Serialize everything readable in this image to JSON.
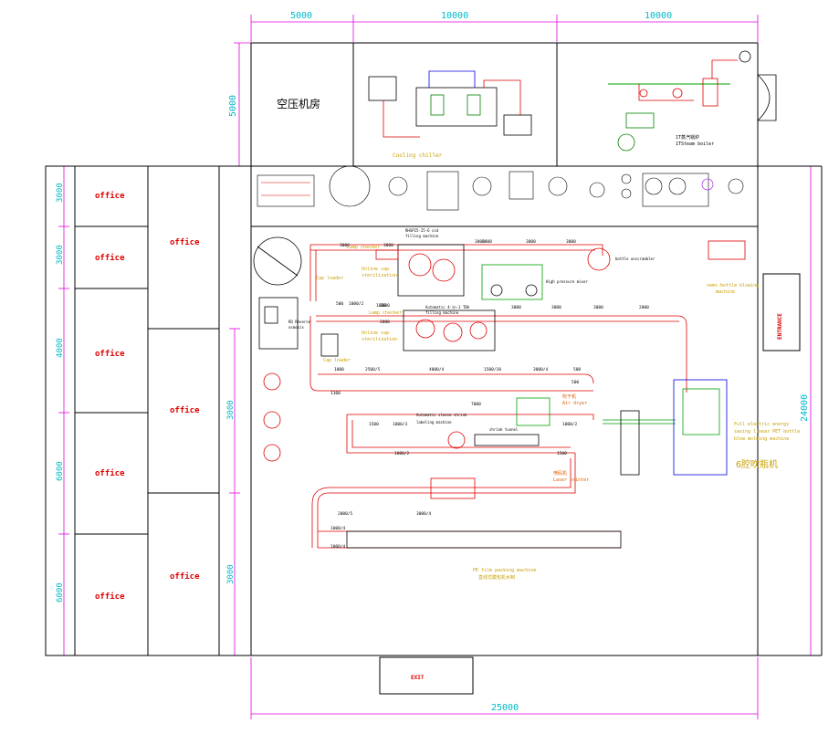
{
  "dimensions": {
    "top": [
      "5000",
      "10000",
      "10000"
    ],
    "bottom": "25000",
    "left_room": "5000",
    "right_height": "24000",
    "office_left": [
      "3000",
      "3000",
      "4000",
      "6000",
      "6000"
    ],
    "office_mid": [
      "3000",
      "3000"
    ]
  },
  "rooms": {
    "compressor_room": "空压机房",
    "cooling_chiller": "Cooling chiller",
    "steam_boiler": [
      "1T蒸汽锅炉",
      "1TSteam boiler"
    ],
    "offices": [
      "office",
      "office",
      "office",
      "office",
      "office",
      "office",
      "office",
      "office"
    ],
    "entrance": "ENTRANCE",
    "exit": "EXIT"
  },
  "machines": {
    "cso_filling": [
      "RHSP25-25-6 csd",
      "filling machine"
    ],
    "bottle_unscrambler": "bottle unscrambler",
    "high_pressure_mixer": "High pressure mixer",
    "semi_blowing": [
      "semi-bottle blowing",
      "machine"
    ],
    "online_cap_sterilization_1": [
      "Online cap",
      "sterilization"
    ],
    "online_cap_sterilization_2": [
      "Online cap",
      "sterilization"
    ],
    "cap_loader_1": "Cap loader",
    "cap_loader_2": "Cap loader",
    "lamp_checker_1": "Lamp checker",
    "lamp_checker_2": "Lamp checker",
    "four_in_one": [
      "Automatic 4-in-1 TBA",
      "filling machine"
    ],
    "reverse_osmosis": [
      "RO Reverse",
      "osmosis"
    ],
    "air_dryer": [
      "吹干机",
      "Air dryer"
    ],
    "sleeve_labeling": [
      "Automatic sleeve shrink",
      "labeling machine"
    ],
    "shrink_tunnel": "shrink tunnel",
    "laser_printer": [
      "喷码机",
      "Laser printer"
    ],
    "pe_film": [
      "PE film packing machine",
      "直线式膜包机水制"
    ],
    "blow_molding": [
      "Full electric energy",
      "saving linear PET bottle",
      "blow molding machine"
    ],
    "blow_molding_cn": "6腔吹瓶机"
  },
  "conveyor_labels": [
    "3000",
    "3000",
    "3000",
    "3000",
    "3000",
    "3000",
    "2000",
    "3000",
    "3000",
    "500",
    "1000/2",
    "2000",
    "2000",
    "3000",
    "1000",
    "2500/5",
    "4000/4",
    "1500/10",
    "3000/4",
    "500",
    "7000",
    "1500",
    "1000/3",
    "1000/2",
    "1500",
    "1000/2",
    "2000/5",
    "1000/4",
    "3000/4",
    "1000/4",
    "1000",
    "500",
    "1100"
  ]
}
